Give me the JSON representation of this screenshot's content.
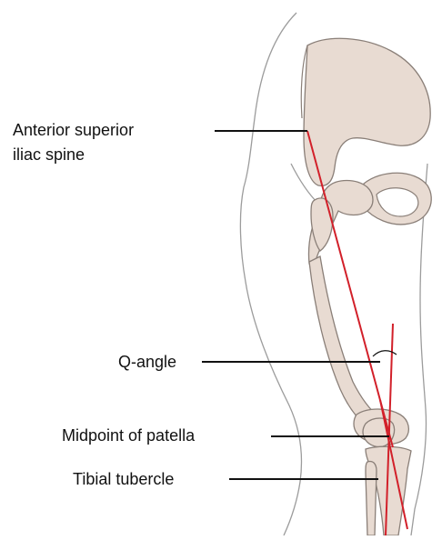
{
  "labels": {
    "asis": [
      "Anterior superior",
      "iliac spine"
    ],
    "q_angle": "Q-angle",
    "patella": "Midpoint of patella",
    "tibial": "Tibial tubercle"
  },
  "colors": {
    "bone": "#e8dbd2",
    "bone_outline": "#8a7f78",
    "skin_outline": "#9c9c9c",
    "reference_line": "#d2202a",
    "leader_line": "#111111"
  }
}
